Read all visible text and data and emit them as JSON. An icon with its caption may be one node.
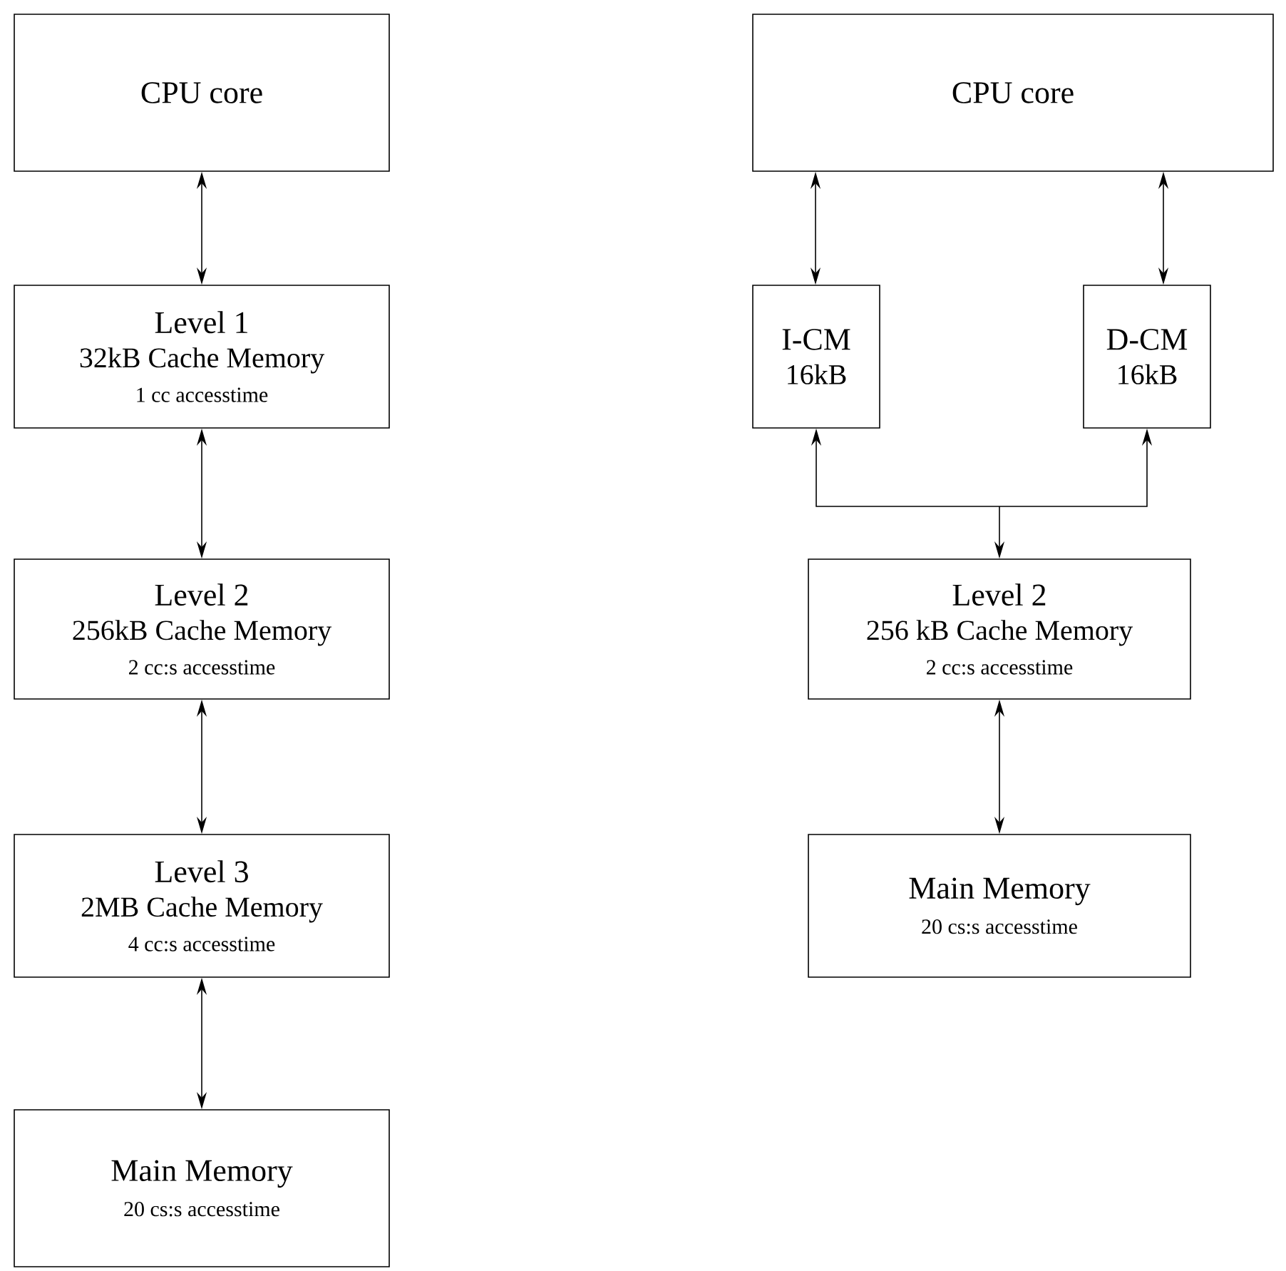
{
  "diagram": {
    "nodes": [
      {
        "text": [
          "CPU core"
        ]
      },
      {
        "text": [
          "Level 1",
          "32kB Cache Memory",
          "1 cc accesstime"
        ]
      },
      {
        "text": [
          "Level 2",
          "256kB Cache Memory",
          "2 cc:s accesstime"
        ]
      },
      {
        "text": [
          "Level 3",
          "2MB Cache Memory",
          "4 cc:s accesstime"
        ]
      },
      {
        "text": [
          "Main Memory",
          "20 cs:s accesstime"
        ]
      },
      {
        "text": [
          "CPU core"
        ]
      },
      {
        "text": [
          "I-CM",
          "16kB"
        ]
      },
      {
        "text": [
          "D-CM",
          "16kB"
        ]
      },
      {
        "text": [
          "Level 2",
          "256 kB Cache Memory",
          "2 cc:s accesstime"
        ]
      },
      {
        "text": [
          "Main Memory",
          "20 cs:s accesstime"
        ]
      }
    ],
    "edges": [
      {
        "from": 0,
        "to": 1,
        "arrow": "both"
      },
      {
        "from": 1,
        "to": 2,
        "arrow": "both"
      },
      {
        "from": 2,
        "to": 3,
        "arrow": "both"
      },
      {
        "from": 3,
        "to": 4,
        "arrow": "both"
      },
      {
        "from": 5,
        "to": 6,
        "arrow": "both"
      },
      {
        "from": 5,
        "to": 7,
        "arrow": "both"
      },
      {
        "from": 6,
        "to": 8,
        "arrow": "both"
      },
      {
        "from": 7,
        "to": 8,
        "arrow": "both"
      },
      {
        "from": 8,
        "to": 9,
        "arrow": "both"
      }
    ]
  }
}
